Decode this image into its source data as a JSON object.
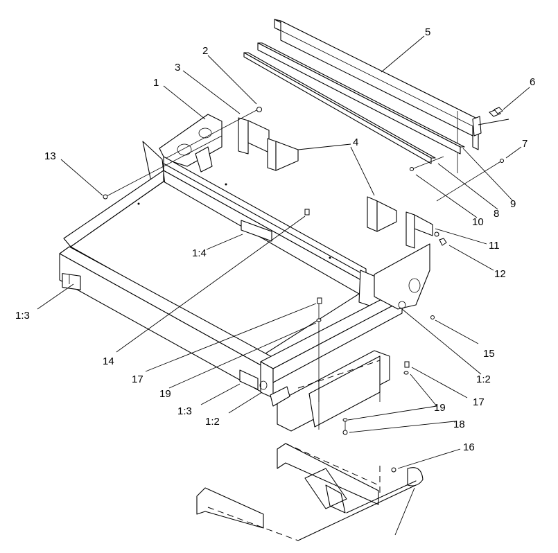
{
  "diagram": {
    "callouts": [
      {
        "id": "c1",
        "label": "1"
      },
      {
        "id": "c2",
        "label": "2"
      },
      {
        "id": "c3",
        "label": "3"
      },
      {
        "id": "c4",
        "label": "4"
      },
      {
        "id": "c5",
        "label": "5"
      },
      {
        "id": "c6",
        "label": "6"
      },
      {
        "id": "c7",
        "label": "7"
      },
      {
        "id": "c8",
        "label": "8"
      },
      {
        "id": "c9",
        "label": "9"
      },
      {
        "id": "c10",
        "label": "10"
      },
      {
        "id": "c11",
        "label": "11"
      },
      {
        "id": "c12",
        "label": "12"
      },
      {
        "id": "c13",
        "label": "13"
      },
      {
        "id": "c14",
        "label": "14"
      },
      {
        "id": "c15",
        "label": "15"
      },
      {
        "id": "c16",
        "label": "16"
      },
      {
        "id": "c17a",
        "label": "17"
      },
      {
        "id": "c17b",
        "label": "17"
      },
      {
        "id": "c18",
        "label": "18"
      },
      {
        "id": "c19a",
        "label": "19"
      },
      {
        "id": "c19b",
        "label": "19"
      },
      {
        "id": "c1_2a",
        "label": "1:2"
      },
      {
        "id": "c1_2b",
        "label": "1:2"
      },
      {
        "id": "c1_3a",
        "label": "1:3"
      },
      {
        "id": "c1_3b",
        "label": "1:3"
      },
      {
        "id": "c1_4",
        "label": "1:4"
      }
    ]
  }
}
